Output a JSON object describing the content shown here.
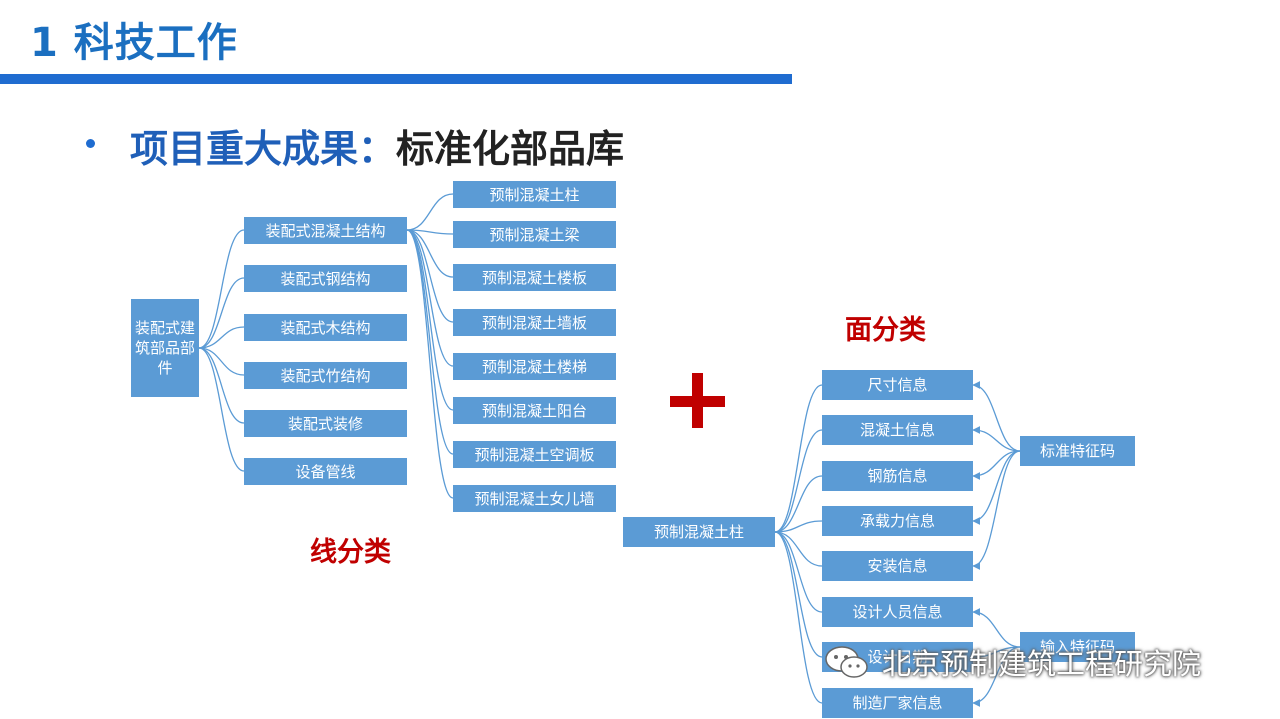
{
  "header": {
    "title": "1 科技工作",
    "bullet_lead": "项目重大成果：",
    "bullet_tail": "标准化部品库"
  },
  "line_classification": {
    "label": "线分类",
    "root": "装配式建筑部品部件",
    "level1": [
      "装配式混凝土结构",
      "装配式钢结构",
      "装配式木结构",
      "装配式竹结构",
      "装配式装修",
      "设备管线"
    ],
    "level2": [
      "预制混凝土柱",
      "预制混凝土梁",
      "预制混凝土楼板",
      "预制混凝土墙板",
      "预制混凝土楼梯",
      "预制混凝土阳台",
      "预制混凝土空调板",
      "预制混凝土女儿墙"
    ]
  },
  "face_classification": {
    "label": "面分类",
    "root": "预制混凝土柱",
    "attributes": [
      "尺寸信息",
      "混凝土信息",
      "钢筋信息",
      "承载力信息",
      "安装信息",
      "设计人员信息",
      "设计日期",
      "制造厂家信息"
    ],
    "code_groups": [
      "标准特征码",
      "输入特征码"
    ]
  },
  "watermark": {
    "text": "北京预制建筑工程研究院",
    "icon": "wechat-icon"
  },
  "colors": {
    "title_blue": "#1b6fc0",
    "box_fill": "#5b9bd5",
    "label_red": "#c00000",
    "link_line": "#5b9bd5"
  }
}
